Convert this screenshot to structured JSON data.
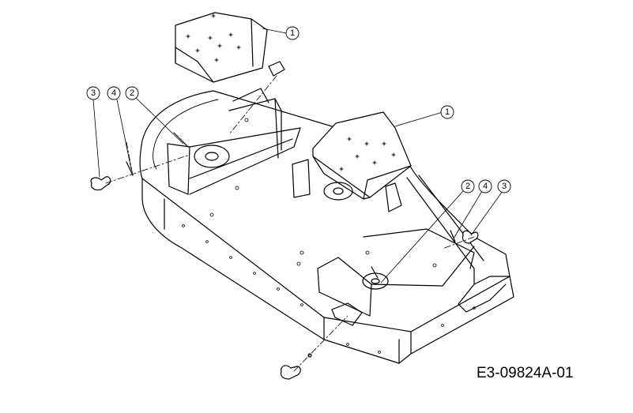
{
  "diagram": {
    "reference_code": "E3-09824A-01",
    "callouts": [
      {
        "id": "c1a",
        "label": "1"
      },
      {
        "id": "c1b",
        "label": "1"
      },
      {
        "id": "c2a",
        "label": "2"
      },
      {
        "id": "c2b",
        "label": "2"
      },
      {
        "id": "c3a",
        "label": "3"
      },
      {
        "id": "c3b",
        "label": "3"
      },
      {
        "id": "c4a",
        "label": "4"
      },
      {
        "id": "c4b",
        "label": "4"
      }
    ]
  }
}
